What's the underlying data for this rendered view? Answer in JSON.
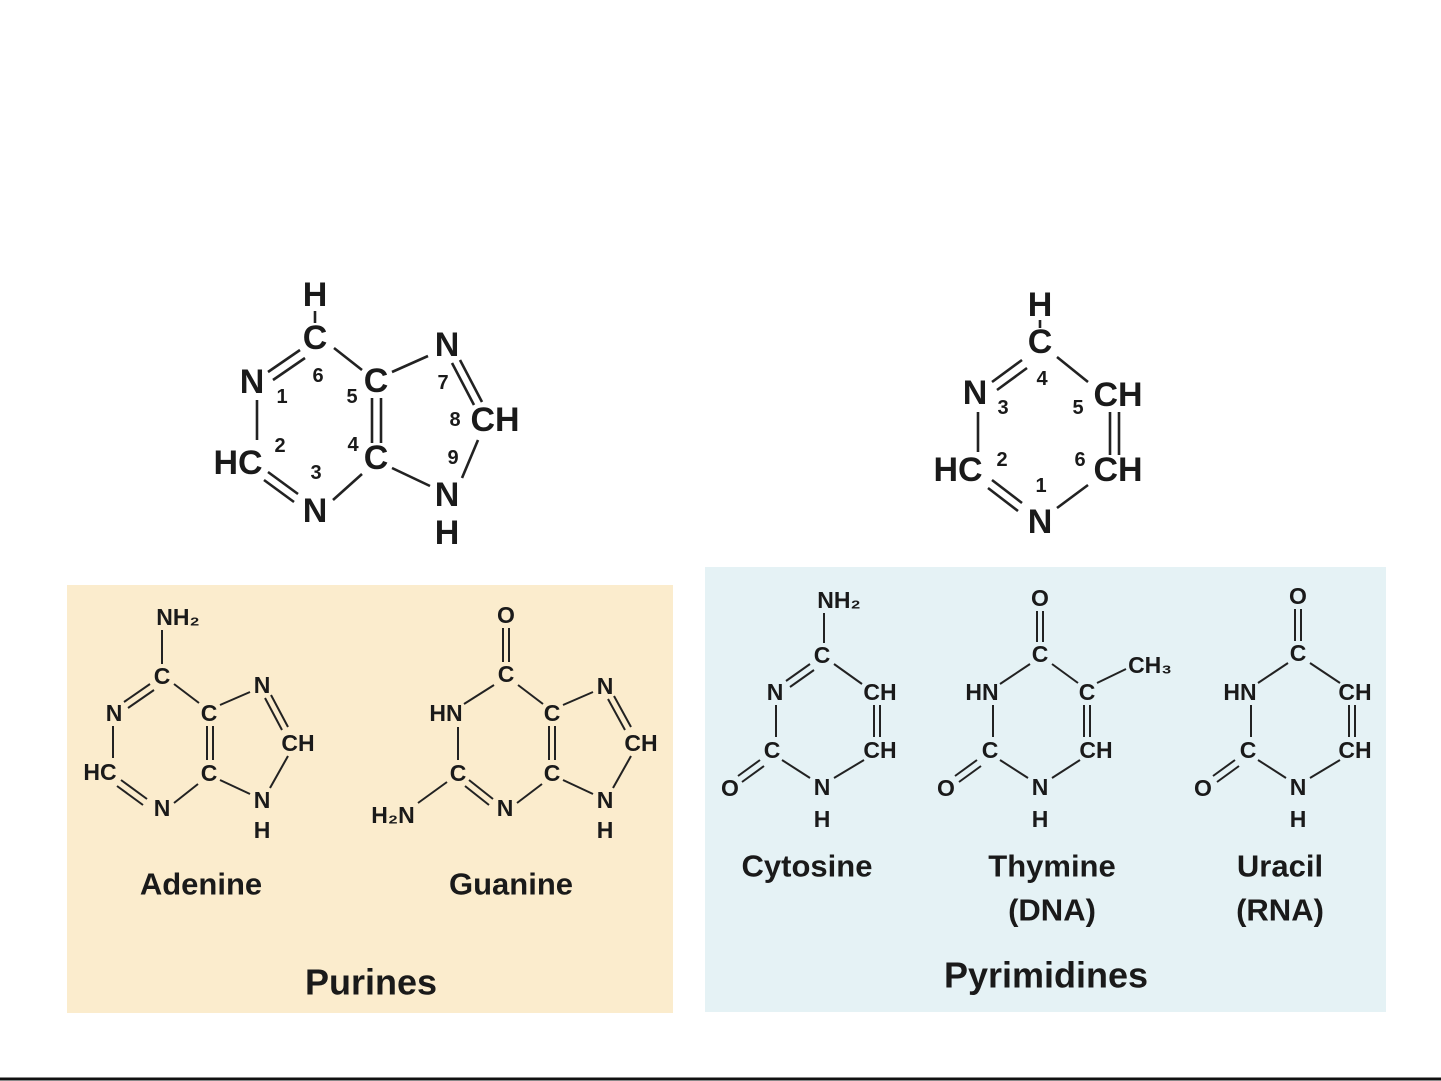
{
  "colors": {
    "purine_box": "#fbeccd",
    "pyrimidine_box": "#e5f2f5",
    "ink": "#1a1a1a"
  },
  "purine_core": {
    "atoms": [
      "H",
      "C",
      "N",
      "HC",
      "N",
      "C",
      "C",
      "N",
      "CH",
      "N",
      "H"
    ],
    "numbers": [
      "6",
      "1",
      "2",
      "3",
      "4",
      "5",
      "7",
      "8",
      "9"
    ]
  },
  "pyrimidine_core": {
    "atoms": [
      "H",
      "C",
      "N",
      "CH",
      "HC",
      "CH",
      "N"
    ],
    "numbers": [
      "4",
      "3",
      "5",
      "2",
      "6",
      "1"
    ]
  },
  "adenine": {
    "name": "Adenine",
    "atoms": [
      "NH₂",
      "C",
      "N",
      "C",
      "N",
      "HC",
      "CH",
      "C",
      "N",
      "N",
      "H"
    ]
  },
  "guanine": {
    "name": "Guanine",
    "atoms": [
      "O",
      "C",
      "HN",
      "C",
      "N",
      "CH",
      "C",
      "C",
      "H₂N",
      "N",
      "N",
      "H"
    ]
  },
  "cytosine": {
    "name": "Cytosine",
    "atoms": [
      "NH₂",
      "C",
      "N",
      "CH",
      "C",
      "CH",
      "O",
      "N",
      "H"
    ]
  },
  "thymine": {
    "name": "Thymine",
    "note": "(DNA)",
    "atoms": [
      "O",
      "C",
      "CH₃",
      "HN",
      "C",
      "C",
      "CH",
      "O",
      "N",
      "H"
    ]
  },
  "uracil": {
    "name": "Uracil",
    "note": "(RNA)",
    "atoms": [
      "O",
      "C",
      "HN",
      "CH",
      "C",
      "CH",
      "O",
      "N",
      "H"
    ]
  },
  "groups": {
    "purines": "Purines",
    "pyrimidines": "Pyrimidines"
  }
}
